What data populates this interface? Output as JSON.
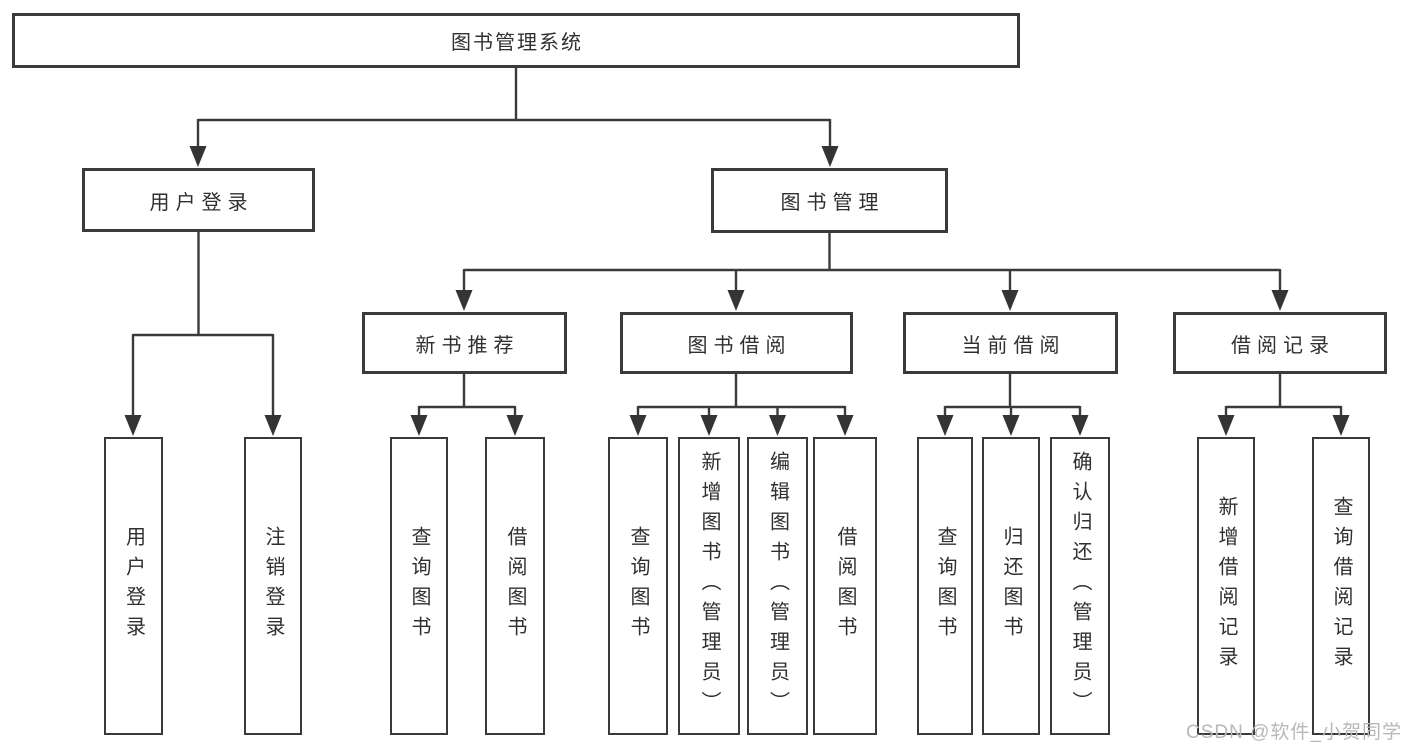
{
  "diagram": {
    "root": "图书管理系统",
    "branches": [
      {
        "label": "用户登录",
        "children": [
          {
            "label": "用户登录"
          },
          {
            "label": "注销登录"
          }
        ]
      },
      {
        "label": "图书管理",
        "children": [
          {
            "label": "新书推荐",
            "children": [
              "查询图书",
              "借阅图书"
            ]
          },
          {
            "label": "图书借阅",
            "children": [
              "查询图书",
              "新增图书（管理员）",
              "编辑图书（管理员）",
              "借阅图书"
            ]
          },
          {
            "label": "当前借阅",
            "children": [
              "查询图书",
              "归还图书",
              "确认归还（管理员）"
            ]
          },
          {
            "label": "借阅记录",
            "children": [
              "新增借阅记录",
              "查询借阅记录"
            ]
          }
        ]
      }
    ],
    "watermark": "CSDN @软件_小贺同学",
    "colors": {
      "line": "#3a3a3a",
      "box_border": "#3a3a3a",
      "box_fill": "#ffffff",
      "text": "#303030",
      "watermark": "#b8b8b8",
      "background": "#ffffff"
    }
  }
}
